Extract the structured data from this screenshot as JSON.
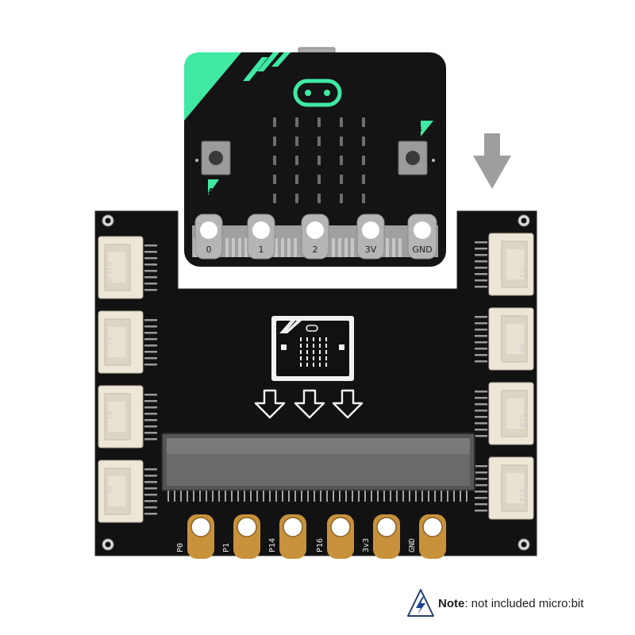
{
  "microbit": {
    "pads": [
      "0",
      "1",
      "2",
      "3V",
      "GND"
    ],
    "button_a": "A",
    "button_b": "B"
  },
  "board": {
    "pads": [
      "P0",
      "P1",
      "P14",
      "P16",
      "3v3",
      "GND"
    ],
    "left_ports": [
      "P11/P12",
      "P2",
      "P1",
      "P0"
    ],
    "right_ports": [
      "I2C",
      "P8",
      "P15",
      "P16"
    ]
  },
  "note": {
    "label": "Note",
    "text": ": not included micro:bit"
  },
  "colors": {
    "accent_green": "#3fe9a3",
    "board_black": "#111111",
    "gold": "#c8913c",
    "connector": "#ece5d6"
  },
  "icons": [
    "down-arrow-icon",
    "warning-lightning-icon"
  ]
}
